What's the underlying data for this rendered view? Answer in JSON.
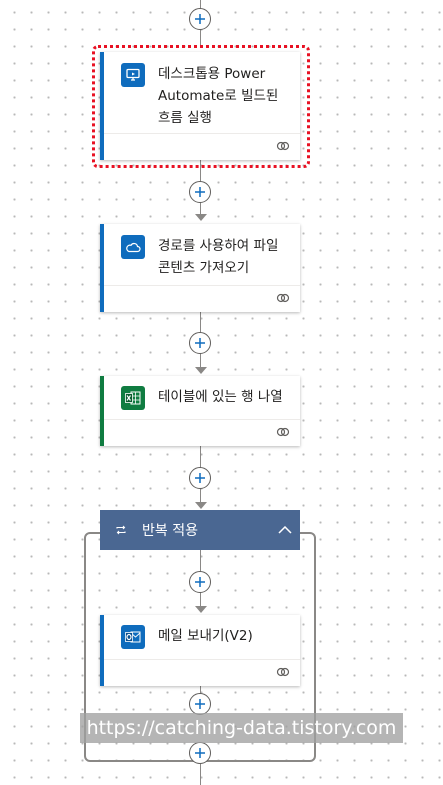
{
  "flow": {
    "steps": [
      {
        "id": "desktop-flow",
        "title": "데스크톱용 Power Automate로 빌드된 흐름 실행",
        "title_lines": [
          "데스크톱용 Power",
          "Automate로 빌드된",
          "흐름 실행"
        ],
        "icon": "desktop-flow-icon",
        "accent": "#0f6cbd",
        "icon_bg": "#0f6cbd",
        "highlighted": true
      },
      {
        "id": "onedrive",
        "title": "경로를 사용하여 파일 콘텐츠 가져오기",
        "title_lines": [
          "경로를 사용하여 파일",
          "콘텐츠 가져오기"
        ],
        "icon": "onedrive-icon",
        "accent": "#0f6cbd",
        "icon_bg": "#0f6cbd",
        "highlighted": false
      },
      {
        "id": "excel",
        "title": "테이블에 있는 행 나열",
        "title_lines": [
          "테이블에 있는 행 나열"
        ],
        "icon": "excel-icon",
        "accent": "#107c41",
        "icon_bg": "#107c41",
        "highlighted": false
      }
    ],
    "loop": {
      "title": "반복 적용",
      "header_color": "#4a6792",
      "icon": "loop-icon",
      "chevron": "chevron-up-icon",
      "inner_step": {
        "id": "outlook",
        "title": "메일 보내기(V2)",
        "icon": "outlook-icon",
        "accent": "#0f6cbd",
        "icon_bg": "#0f6cbd"
      }
    },
    "highlight_color": "#e81123"
  },
  "watermark": {
    "text": "https://catching-data.tistory.com"
  }
}
